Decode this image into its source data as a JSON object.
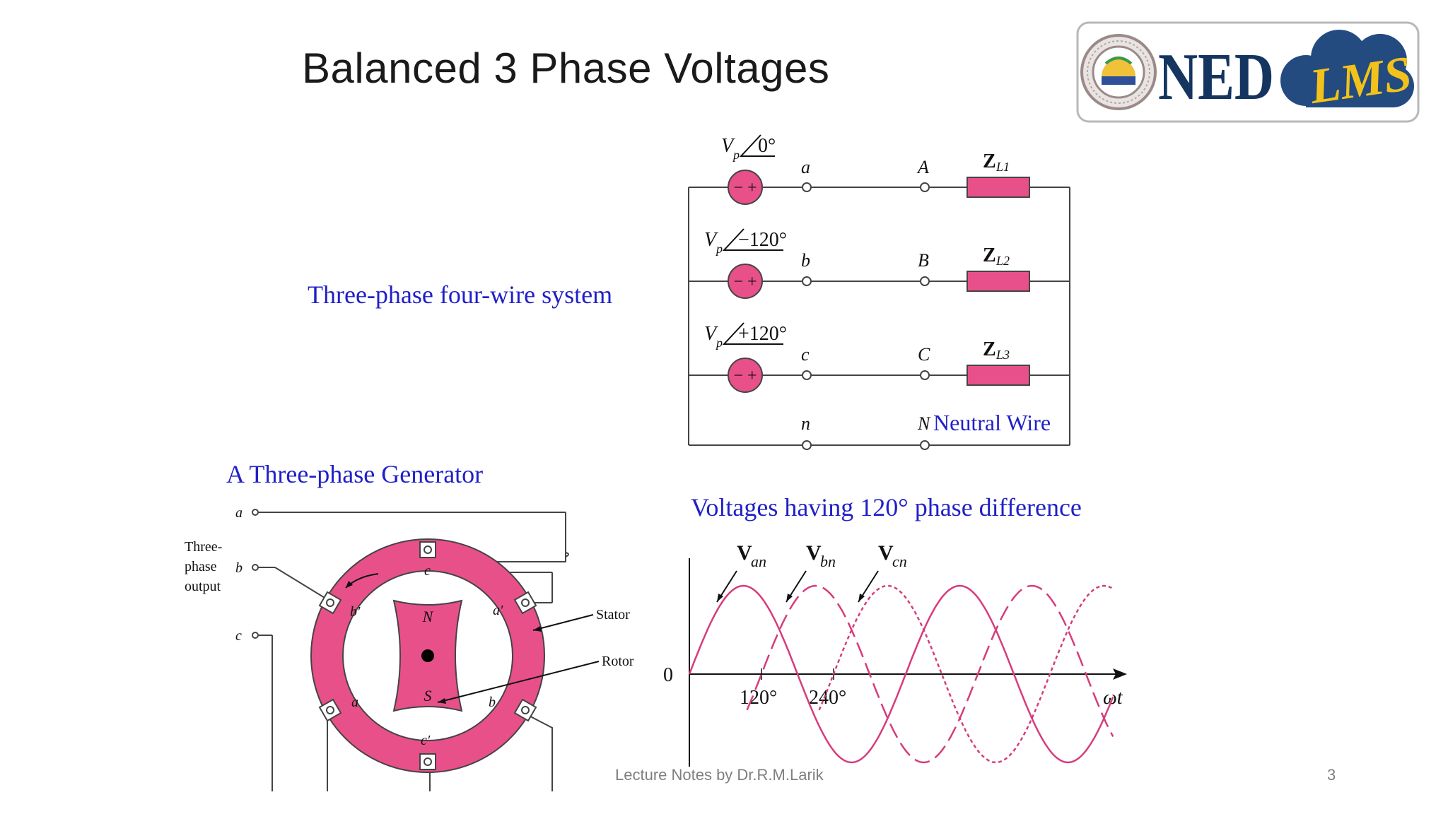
{
  "slide": {
    "title": "Balanced 3 Phase Voltages",
    "footer_text": "Lecture Notes by Dr.R.M.Larik",
    "page_number": "3"
  },
  "logo": {
    "text_ned": "NED",
    "text_lms": "LMS",
    "colors": {
      "ned": "#14355f",
      "cloud": "#234b80",
      "lms": "#f2c21b"
    }
  },
  "colors": {
    "accent_pink": "#e8508a",
    "label_blue": "#2020c8",
    "ink": "#1a1a1a"
  },
  "four_wire": {
    "label": "Three-phase four-wire system",
    "neutral_label": "Neutral Wire",
    "sources": [
      {
        "v": "V",
        "sub": "p",
        "angle": "0°",
        "node_src": "a",
        "node_load": "A",
        "z": "Z",
        "z_sub": "L1"
      },
      {
        "v": "V",
        "sub": "p",
        "angle": "−120°",
        "node_src": "b",
        "node_load": "B",
        "z": "Z",
        "z_sub": "L2"
      },
      {
        "v": "V",
        "sub": "p",
        "angle": "+120°",
        "node_src": "c",
        "node_load": "C",
        "z": "Z",
        "z_sub": "L3"
      }
    ],
    "neutral_src": "n",
    "neutral_load": "N",
    "source_sign": "− +"
  },
  "generator": {
    "label": "A Three-phase Generator",
    "output_terminals": [
      "a",
      "b",
      "c"
    ],
    "output_label_lines": [
      "Three-",
      "phase",
      "output"
    ],
    "stator_label": "Stator",
    "rotor_label": "Rotor",
    "rotor_poles": [
      "N",
      "S"
    ],
    "coil_labels": {
      "top": "c",
      "upper_left": "b′",
      "upper_right": "a′",
      "lower_left": "a",
      "lower_right": "b",
      "bottom": "c′"
    }
  },
  "waveform": {
    "label": "Voltages having 120° phase difference",
    "origin_label": "0",
    "x_ticks": [
      "120°",
      "240°"
    ],
    "x_axis_label": "ωt",
    "series": [
      {
        "v": "V",
        "sub": "an"
      },
      {
        "v": "V",
        "sub": "bn"
      },
      {
        "v": "V",
        "sub": "cn"
      }
    ]
  }
}
